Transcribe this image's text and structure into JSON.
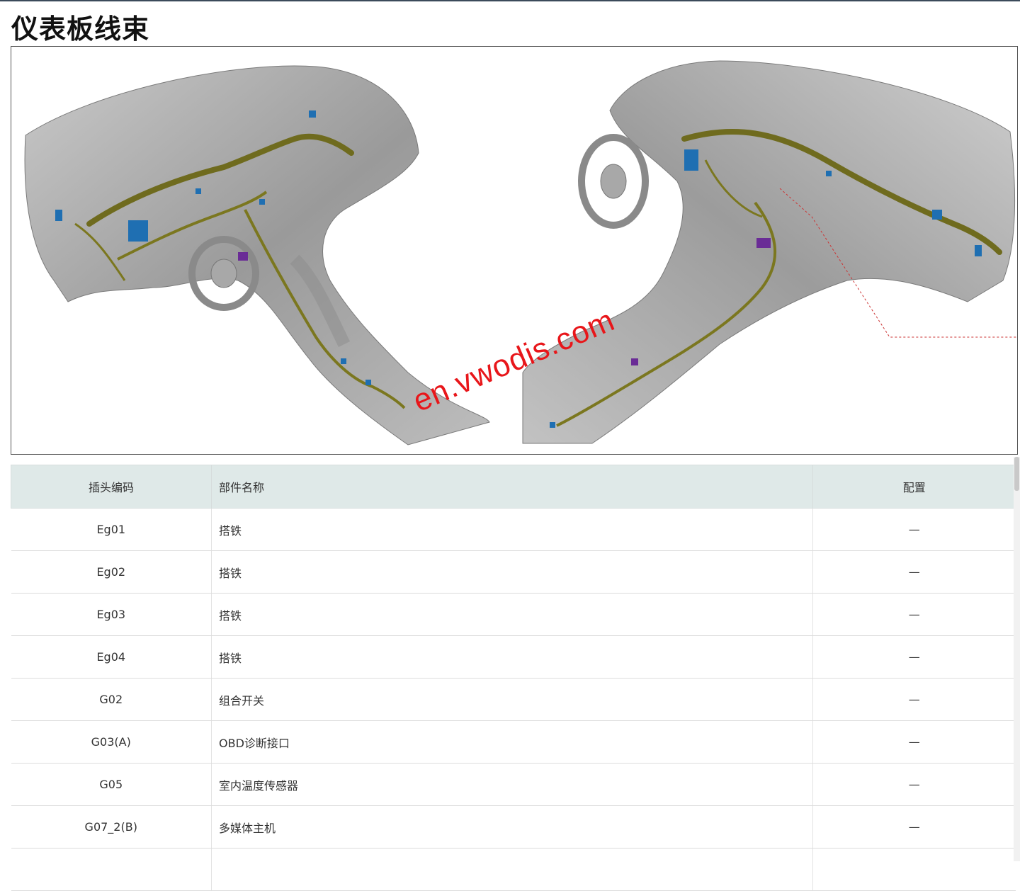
{
  "page": {
    "title": "仪表板线束"
  },
  "watermark": "en.vwodis.com",
  "figure": {
    "icons": [
      "dashboard-harness-left-view",
      "dashboard-harness-right-view"
    ]
  },
  "table": {
    "headers": {
      "code": "插头编码",
      "name": "部件名称",
      "config": "配置"
    },
    "rows": [
      {
        "code": "Eg01",
        "name": "搭铁",
        "config": "—"
      },
      {
        "code": "Eg02",
        "name": "搭铁",
        "config": "—"
      },
      {
        "code": "Eg03",
        "name": "搭铁",
        "config": "—"
      },
      {
        "code": "Eg04",
        "name": "搭铁",
        "config": "—"
      },
      {
        "code": "G02",
        "name": "组合开关",
        "config": "—"
      },
      {
        "code": "G03(A)",
        "name": "OBD诊断接口",
        "config": "—"
      },
      {
        "code": "G05",
        "name": "室内温度传感器",
        "config": "—"
      },
      {
        "code": "G07_2(B)",
        "name": "多媒体主机",
        "config": "—"
      },
      {
        "code": "",
        "name": "",
        "config": ""
      }
    ]
  }
}
